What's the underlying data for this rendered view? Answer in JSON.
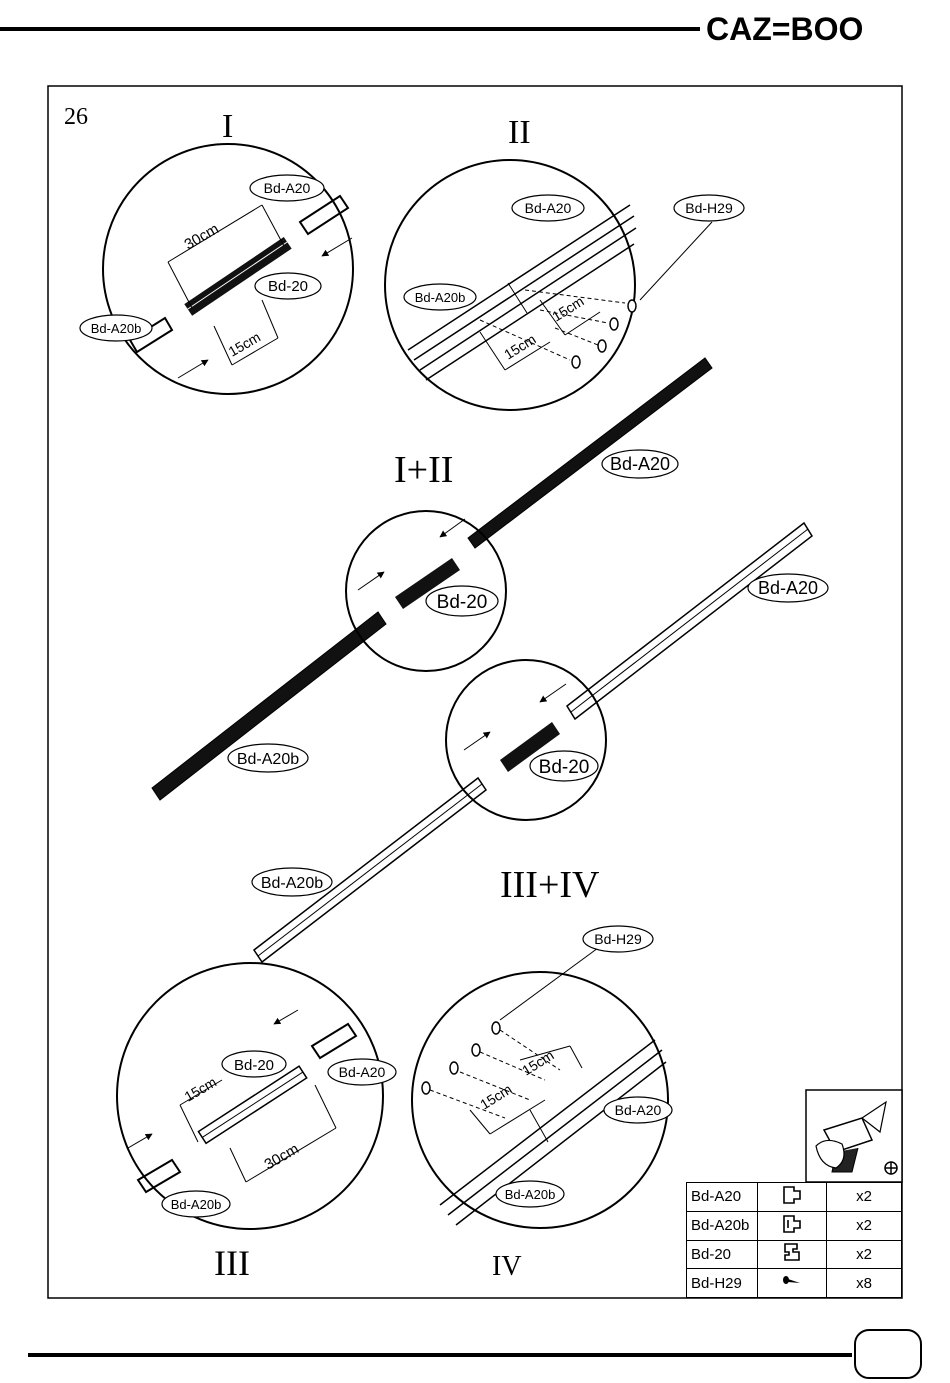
{
  "brand": {
    "name": "CAZ=BOO"
  },
  "page": {
    "step_number": "26"
  },
  "steps": {
    "s1": "I",
    "s2": "II",
    "s12": "I+II",
    "s34": "III+IV",
    "s3": "III",
    "s4": "IV"
  },
  "callouts": {
    "detail1": {
      "a20_top": "Bd-A20",
      "a20b": "Bd-A20b",
      "b20": "Bd-20",
      "len_long": "30cm",
      "len_short": "15cm"
    },
    "detail2": {
      "a20": "Bd-A20",
      "a20b": "Bd-A20b",
      "h29": "Bd-H29",
      "len1": "15cm",
      "len2": "15cm"
    },
    "joint12": {
      "a20": "Bd-A20",
      "b20": "Bd-20",
      "a20b": "Bd-A20b"
    },
    "joint34": {
      "a20": "Bd-A20",
      "b20": "Bd-20",
      "a20b": "Bd-A20b"
    },
    "detail3": {
      "b20": "Bd-20",
      "a20": "Bd-A20",
      "a20b": "Bd-A20b",
      "len_short": "15cm",
      "len_long": "30cm"
    },
    "detail4": {
      "h29": "Bd-H29",
      "a20": "Bd-A20",
      "a20b": "Bd-A20b",
      "len1": "15cm",
      "len2": "15cm"
    }
  },
  "tools": {
    "icon": "power-drill-icon",
    "plus_icon": "phillips-screwdriver-icon"
  },
  "parts": [
    {
      "code": "Bd-A20",
      "icon": "profile-a20-icon",
      "qty": "x2"
    },
    {
      "code": "Bd-A20b",
      "icon": "profile-a20b-icon",
      "qty": "x2"
    },
    {
      "code": "Bd-20",
      "icon": "connector-icon",
      "qty": "x2"
    },
    {
      "code": "Bd-H29",
      "icon": "screw-icon",
      "qty": "x8"
    }
  ]
}
